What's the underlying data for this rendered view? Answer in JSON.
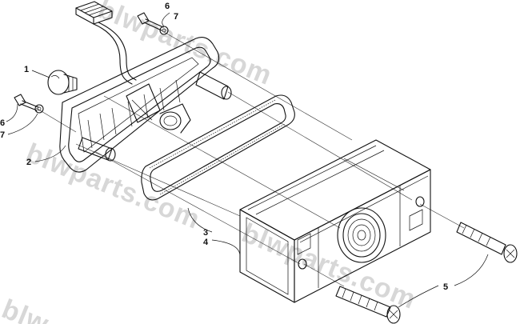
{
  "watermark": {
    "top": "blwparts.com",
    "middle": "blwparts.com",
    "bottom": "blwparts.com",
    "corner": "blw"
  },
  "callouts": {
    "c1": "1",
    "c2": "2",
    "c3": "3",
    "c4": "4",
    "c5": "5",
    "c6_top": "6",
    "c7_top": "7",
    "c6_left": "6",
    "c7_left": "7"
  }
}
